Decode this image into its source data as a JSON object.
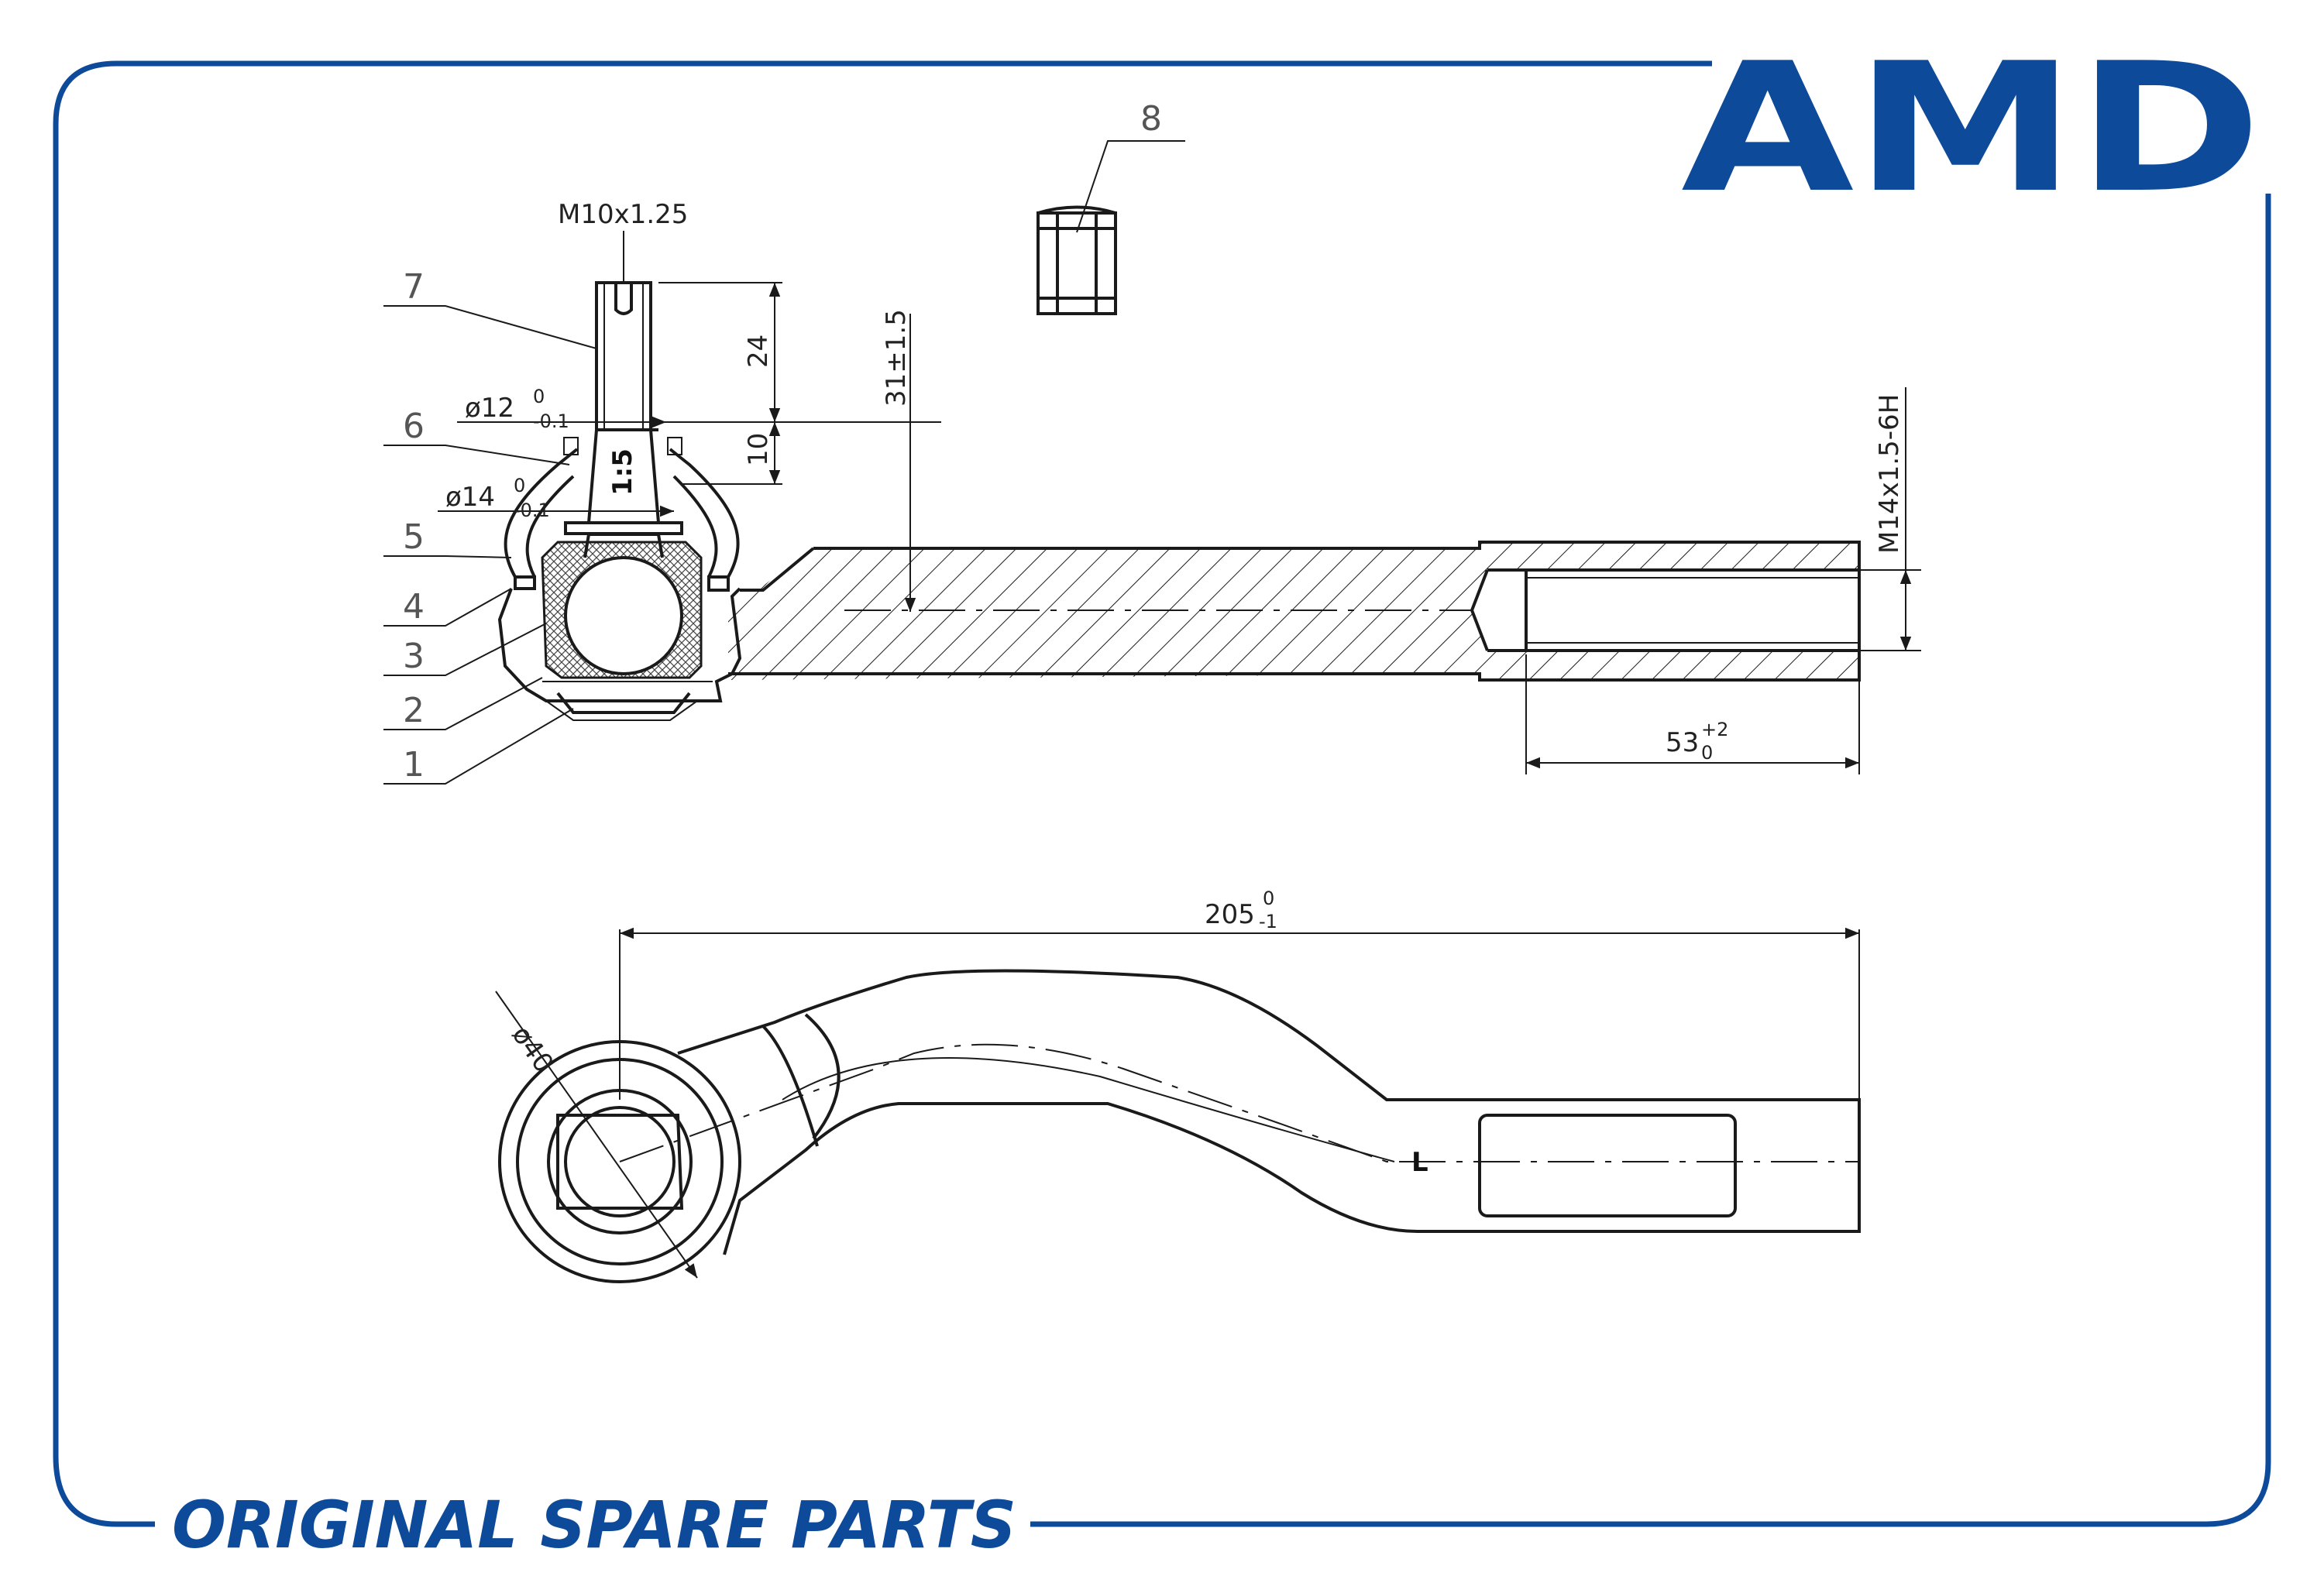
{
  "brand": {
    "logo_text": "AMD",
    "footer_text": "ORIGINAL SPARE PARTS",
    "color": "#0d4a9a"
  },
  "top_view": {
    "thread_pin": "M10x1.25",
    "dim_24": "24",
    "dim_10": "10",
    "dim_31": "31±1.5",
    "taper": "1:5",
    "dia12_main": "ø12",
    "dia12_upper": "0",
    "dia12_lower": "-0.1",
    "dia14_main": "ø14",
    "dia14_upper": "0",
    "dia14_lower": "-0.1",
    "thread_rod": "M14x1.5-6H",
    "dim_53_main": "53",
    "dim_53_upper": "+2",
    "dim_53_lower": "0"
  },
  "bottom_view": {
    "dim_205_main": "205",
    "dim_205_upper": "0",
    "dim_205_lower": "-1",
    "dia40": "ø40",
    "side_mark": "L"
  },
  "callouts": [
    "1",
    "2",
    "3",
    "4",
    "5",
    "6",
    "7",
    "8"
  ]
}
